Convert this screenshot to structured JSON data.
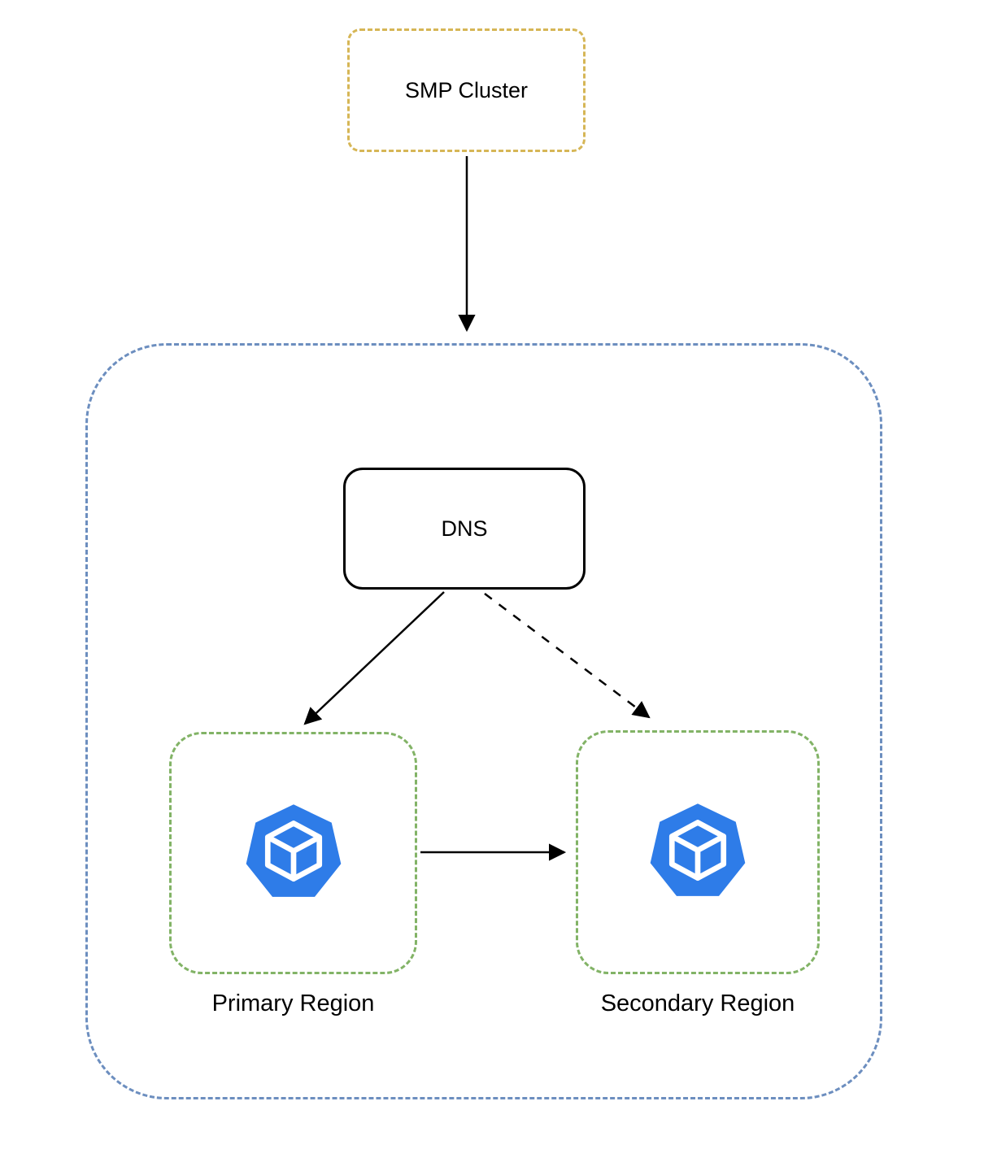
{
  "nodes": {
    "smp_cluster": {
      "label": "SMP Cluster"
    },
    "dns": {
      "label": "DNS"
    },
    "primary_region": {
      "label": "Primary Region"
    },
    "secondary_region": {
      "label": "Secondary Region"
    }
  },
  "edges": [
    {
      "from": "SMP Cluster",
      "to": "DNS zone",
      "style": "solid"
    },
    {
      "from": "DNS",
      "to": "Primary Region",
      "style": "solid"
    },
    {
      "from": "DNS",
      "to": "Secondary Region",
      "style": "dashed"
    },
    {
      "from": "Primary Region",
      "to": "Secondary Region",
      "style": "solid"
    }
  ],
  "icons": {
    "primary_region": "cube-heptagon-icon",
    "secondary_region": "cube-heptagon-icon"
  },
  "colors": {
    "smp_cluster_border": "#d6b656",
    "zone_border": "#6c8ebf",
    "region_border": "#82b366",
    "dns_border": "#000000",
    "icon_blue": "#2E7CE8",
    "arrow": "#000000"
  }
}
